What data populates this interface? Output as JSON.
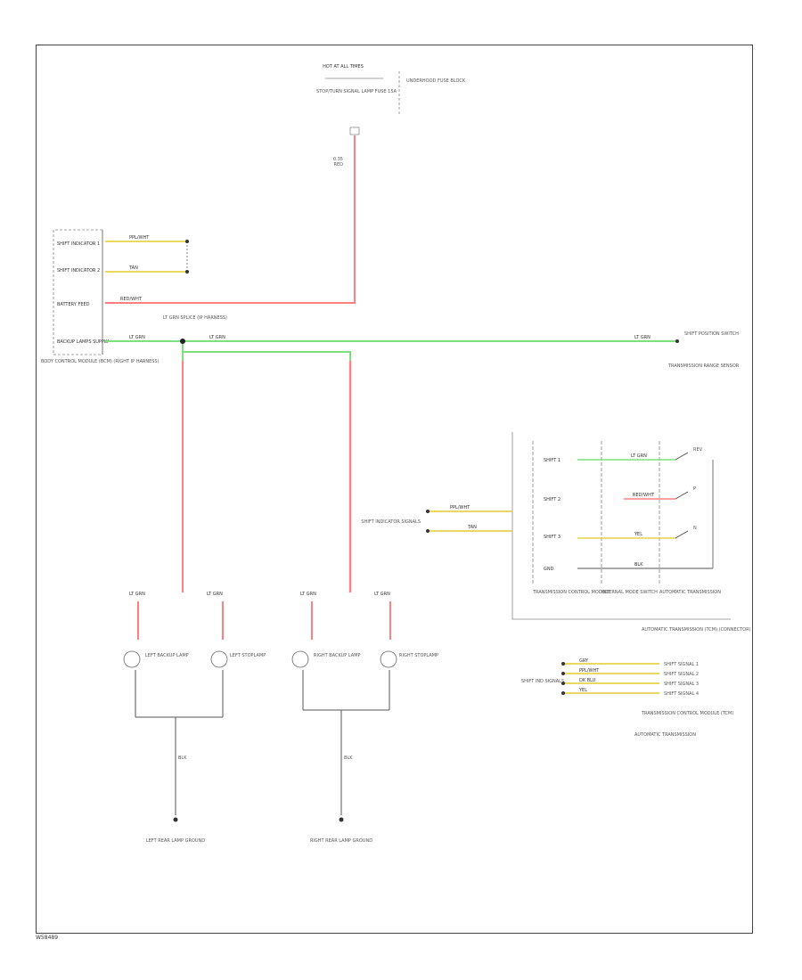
{
  "colors": {
    "red_wire": "#ff8080",
    "green_wire": "#7fe07f",
    "yellow_wire": "#e8d24a",
    "black_wire": "#555555",
    "frame": "#444444"
  },
  "fuse": {
    "header": "HOT AT ALL TIMES",
    "name": "STOP/TURN SIGNAL LAMP FUSE 15A",
    "location": "UNDERHOOD FUSE BLOCK",
    "wire_size": "0.35",
    "wire_color": "RED"
  },
  "bcm": {
    "pins": [
      "SHIFT INDICATOR 1",
      "SHIFT INDICATOR 2",
      "BATTERY FEED",
      "BACKUP LAMPS SUPPLY"
    ],
    "title": "BODY CONTROL MODULE (BCM) (RIGHT IP HARNESS)",
    "wires": [
      "PPL/WHT",
      "TAN",
      "RED/WHT",
      "LT GRN"
    ]
  },
  "left_splice": "LT GRN SPLICE (IP HARNESS)",
  "green_wire_label": "LT GRN",
  "right_device": {
    "name": "SHIFT POSITION SWITCH",
    "subtitle": "TRANSMISSION RANGE SENSOR"
  },
  "transmission_box": {
    "row_labels": [
      "SHIFT 1",
      "SHIFT 2",
      "SHIFT 3",
      "GND"
    ],
    "wire_labels": [
      "LT GRN",
      "RED/WHT",
      "YEL",
      "BLK"
    ],
    "contacts": [
      "REV",
      "P",
      "N"
    ],
    "columns": [
      "TRANSMISSION CONTROL MODULE",
      "INTERNAL MODE SWITCH",
      "AUTOMATIC TRANSMISSION"
    ],
    "caption": "AUTOMATIC TRANSMISSION (TCM) (CONNECTOR)",
    "left_label": "SHIFT INDICATOR SIGNALS",
    "left_wires": [
      "PPL/WHT",
      "TAN"
    ]
  },
  "tcm_connector": {
    "wires": [
      "GRY",
      "PPL/WHT",
      "DK BLU",
      "YEL"
    ],
    "signals": [
      "SHIFT SIGNAL 1",
      "SHIFT SIGNAL 2",
      "SHIFT SIGNAL 3",
      "SHIFT SIGNAL 4"
    ],
    "caption": "TRANSMISSION CONTROL MODULE (TCM)",
    "left_label": "SHIFT IND SIGNALS",
    "footer": "AUTOMATIC TRANSMISSION"
  },
  "lamps": {
    "left_group": {
      "labels": [
        "LEFT BACKUP LAMP",
        "LEFT STOPLAMP"
      ],
      "connector_labels": [
        "LT GRN",
        "LT GRN"
      ],
      "ground_wire": "BLK",
      "ground_label": "LEFT REAR LAMP GROUND"
    },
    "right_group": {
      "labels": [
        "RIGHT BACKUP LAMP",
        "RIGHT STOPLAMP"
      ],
      "connector_labels": [
        "LT GRN",
        "LT GRN"
      ],
      "ground_wire": "BLK",
      "ground_label": "RIGHT REAR LAMP GROUND"
    }
  },
  "footer_code": "W58489"
}
